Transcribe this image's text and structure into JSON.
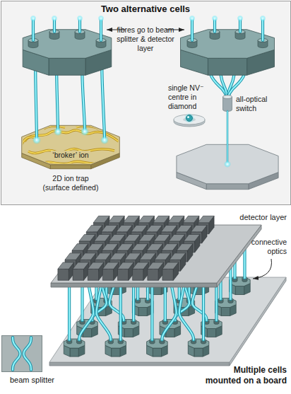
{
  "diagram": {
    "nodes": [
      {
        "text": [
          "Two alternative cells"
        ]
      },
      {
        "text": [
          "beam splitter"
        ]
      }
    ],
    "labels": [
      "fibres go to beam splitter & detector layer",
      "single NV⁻ centre in diamond",
      "‘broker’ ion",
      "2D ion trap (surface defined)",
      "all-optical switch",
      "detector layer",
      "connective optics",
      "Multiple cells mounted on a board"
    ]
  }
}
